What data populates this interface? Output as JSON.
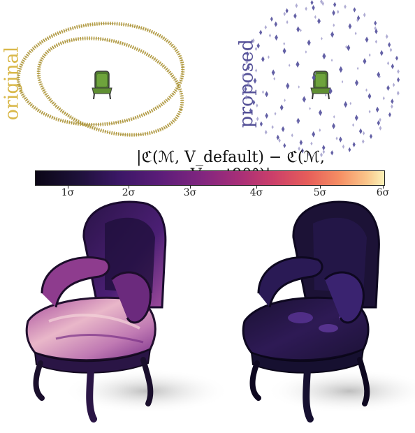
{
  "labels": {
    "original": "original",
    "proposed": "proposed"
  },
  "formula": "|ℭ(ℳ, V_default) − ℭ(ℳ, V_rot90°)|",
  "colorbar": {
    "ticks": [
      "1σ",
      "2σ",
      "3σ",
      "4σ",
      "5σ",
      "6σ"
    ]
  },
  "colors": {
    "original": "#d9b84a",
    "proposed": "#545097",
    "camera_gold": "#b9a24a",
    "camera_purple": "#6d6aa8"
  }
}
